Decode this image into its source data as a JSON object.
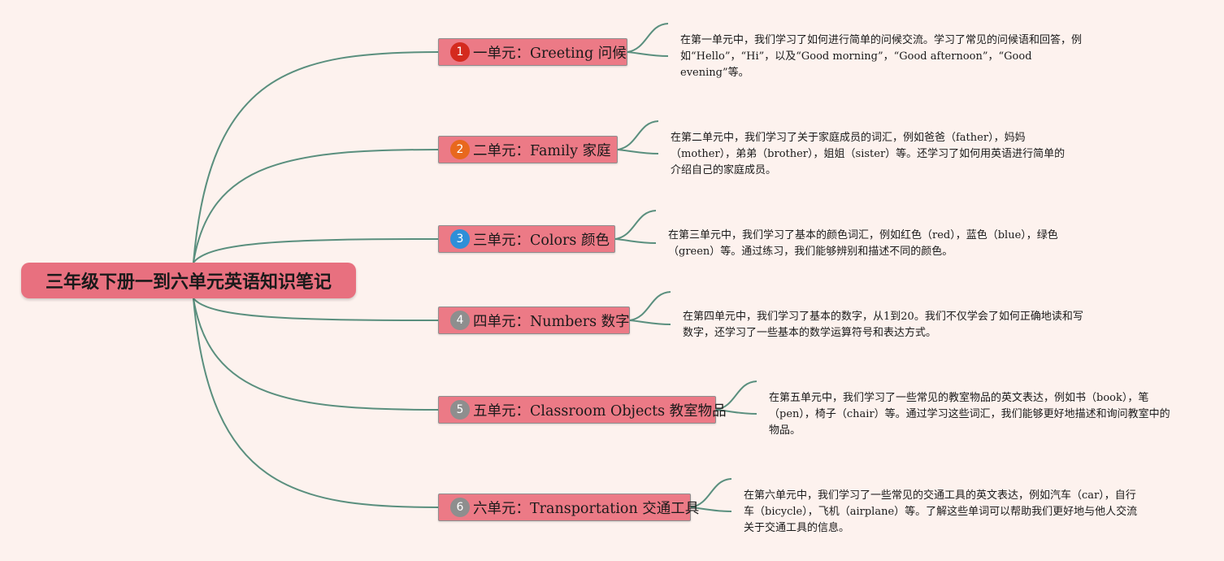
{
  "root": {
    "title": "三年级下册一到六单元英语知识笔记"
  },
  "units": [
    {
      "num": "1",
      "badge_color": "#d42a1e",
      "title": "一单元：Greeting 问候",
      "note": "在第一单元中，我们学习了如何进行简单的问候交流。学习了常见的问候语和回答，例如“Hello”，“Hi”，以及“Good morning”，“Good afternoon”，“Good evening”等。"
    },
    {
      "num": "2",
      "badge_color": "#e8681e",
      "title": "二单元：Family 家庭",
      "note": "在第二单元中，我们学习了关于家庭成员的词汇，例如爸爸（father），妈妈（mother），弟弟（brother），姐姐（sister）等。还学习了如何用英语进行简单的介绍自己的家庭成员。"
    },
    {
      "num": "3",
      "badge_color": "#2e8fd8",
      "title": "三单元：Colors 颜色",
      "note": "在第三单元中，我们学习了基本的颜色词汇，例如红色（red），蓝色（blue），绿色（green）等。通过练习，我们能够辨别和描述不同的颜色。"
    },
    {
      "num": "4",
      "badge_color": "#8e8e8e",
      "title": "四单元：Numbers 数字",
      "note": "在第四单元中，我们学习了基本的数字，从1到20。我们不仅学会了如何正确地读和写数字，还学习了一些基本的数学运算符号和表达方式。"
    },
    {
      "num": "5",
      "badge_color": "#8e8e8e",
      "title": "五单元：Classroom Objects 教室物品",
      "note": "在第五单元中，我们学习了一些常见的教室物品的英文表达，例如书（book），笔（pen），椅子（chair）等。通过学习这些词汇，我们能够更好地描述和询问教室中的物品。"
    },
    {
      "num": "6",
      "badge_color": "#8e8e8e",
      "title": "六单元：Transportation 交通工具",
      "note": "在第六单元中，我们学习了一些常见的交通工具的英文表达，例如汽车（car），自行车（bicycle），飞机（airplane）等。了解这些单词可以帮助我们更好地与他人交流关于交通工具的信息。"
    }
  ],
  "colors": {
    "background": "#fdf2ee",
    "root_fill": "#e8707f",
    "topic_fill": "#ec7a86",
    "connector": "#5a8f7e"
  }
}
